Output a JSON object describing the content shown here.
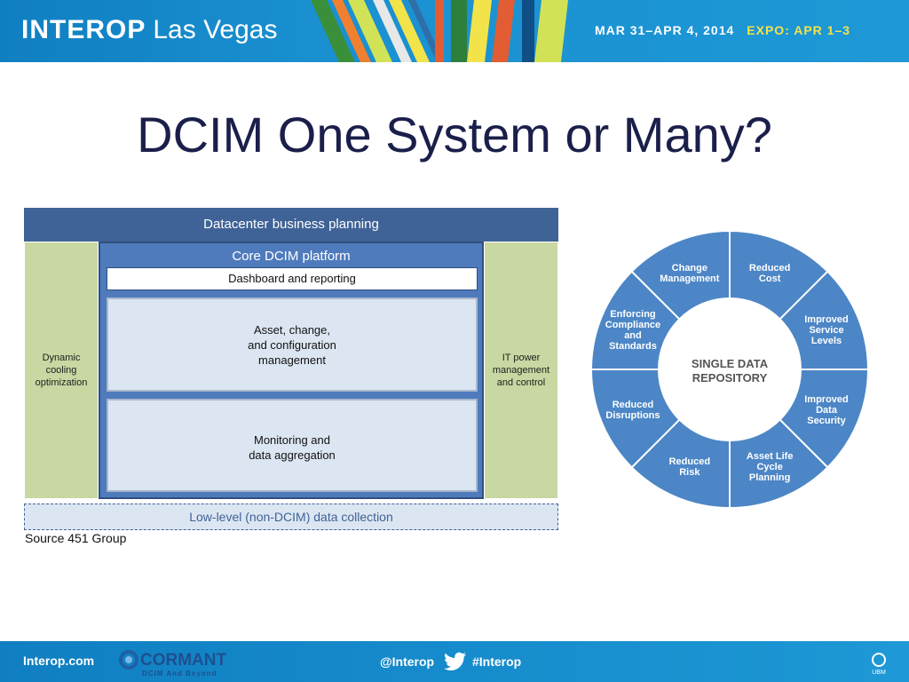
{
  "header": {
    "brand_bold": "INTEROP",
    "brand_light": "Las Vegas",
    "dates": "MAR 31–APR 4, 2014",
    "expo": "EXPO: APR 1–3",
    "colors": {
      "banner": "#1a90d0",
      "expo": "#f3e34a"
    }
  },
  "title": "DCIM One System or Many?",
  "dcim": {
    "business": "Datacenter business planning",
    "left_side": "Dynamic cooling optimization",
    "right_side": "IT power management and control",
    "core_label": "Core DCIM platform",
    "dashboard": "Dashboard and reporting",
    "asset_lines": [
      "Asset, change,",
      "and configuration",
      "management"
    ],
    "monitoring_lines": [
      "Monitoring and",
      "data aggregation"
    ],
    "low_level": "Low-level (non-DCIM) data collection",
    "source": "Source 451 Group",
    "colors": {
      "header": "#3f6396",
      "side": "#c9d8a2",
      "core": "#4f7bbd",
      "inner": "#dce6f2"
    }
  },
  "wheel": {
    "center_lines": [
      "SINGLE DATA",
      "REPOSITORY"
    ],
    "segments": [
      {
        "lines": [
          "Reduced",
          "Cost"
        ]
      },
      {
        "lines": [
          "Improved",
          "Service",
          "Levels"
        ]
      },
      {
        "lines": [
          "Improved",
          "Data",
          "Security"
        ]
      },
      {
        "lines": [
          "Asset Life",
          "Cycle",
          "Planning"
        ]
      },
      {
        "lines": [
          "Reduced",
          "Risk"
        ]
      },
      {
        "lines": [
          "Reduced",
          "Disruptions"
        ]
      },
      {
        "lines": [
          "Enforcing",
          "Compliance",
          "and",
          "Standards"
        ]
      },
      {
        "lines": [
          "Change",
          "Management"
        ]
      }
    ],
    "colors": {
      "segment": "#4c86c6",
      "center_text": "#555555",
      "label": "#ffffff"
    }
  },
  "footer": {
    "site": "Interop.com",
    "sponsor": "CORMANT",
    "sponsor_tag": "DCIM And Beyond",
    "handle": "@Interop",
    "hashtag": "#Interop",
    "ubm": "UBM"
  }
}
